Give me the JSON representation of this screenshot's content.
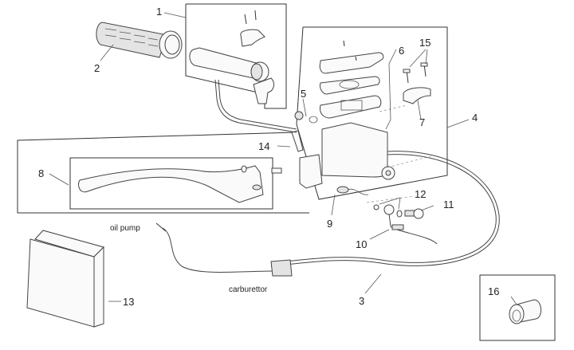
{
  "diagram": {
    "type": "exploded parts diagram",
    "subject": "handlebar controls: throttle grip, brake lever, master cylinder and oil/throttle cables",
    "callouts": [
      {
        "number": "1",
        "part": "throttle grip assembly"
      },
      {
        "number": "2",
        "part": "handlebar grip"
      },
      {
        "number": "3",
        "part": "throttle cable"
      },
      {
        "number": "4",
        "part": "front brake master cylinder assembly"
      },
      {
        "number": "5",
        "part": "cap and o-ring"
      },
      {
        "number": "6",
        "part": "reservoir cover, gasket and diaphragm"
      },
      {
        "number": "7",
        "part": "master cylinder clamp"
      },
      {
        "number": "8",
        "part": "brake lever"
      },
      {
        "number": "9",
        "part": "stop light switch"
      },
      {
        "number": "10",
        "part": "brake hose fitting"
      },
      {
        "number": "11",
        "part": "banjo bolt"
      },
      {
        "number": "12",
        "part": "sealing washers"
      },
      {
        "number": "13",
        "part": "pouch"
      },
      {
        "number": "14",
        "part": "lever pivot bolt"
      },
      {
        "number": "15",
        "part": "clamp screws"
      },
      {
        "number": "16",
        "part": "grip end plug"
      }
    ],
    "annotations": {
      "oil_pump": "oil pump",
      "carburettor": "carburettor"
    }
  }
}
